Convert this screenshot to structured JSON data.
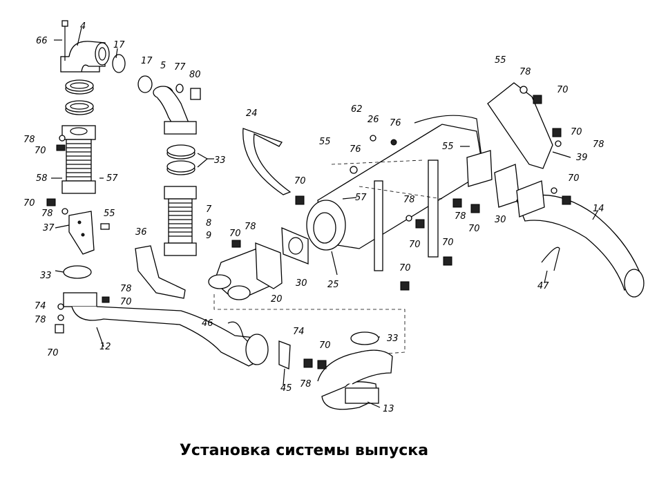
{
  "caption": "Установка системы выпуска",
  "callouts": [
    "66",
    "4",
    "17",
    "17",
    "5",
    "77",
    "80",
    "55",
    "78",
    "70",
    "24",
    "62",
    "26",
    "76",
    "55",
    "76",
    "55",
    "70",
    "39",
    "78",
    "70",
    "33",
    "78",
    "70",
    "58",
    "57",
    "70",
    "78",
    "55",
    "37",
    "7",
    "8",
    "9",
    "36",
    "70",
    "78",
    "70",
    "57",
    "78",
    "70",
    "70",
    "14",
    "30",
    "78",
    "70",
    "30",
    "20",
    "25",
    "70",
    "47",
    "33",
    "78",
    "74",
    "70",
    "78",
    "70",
    "12",
    "46",
    "74",
    "70",
    "33",
    "45",
    "78",
    "13"
  ]
}
